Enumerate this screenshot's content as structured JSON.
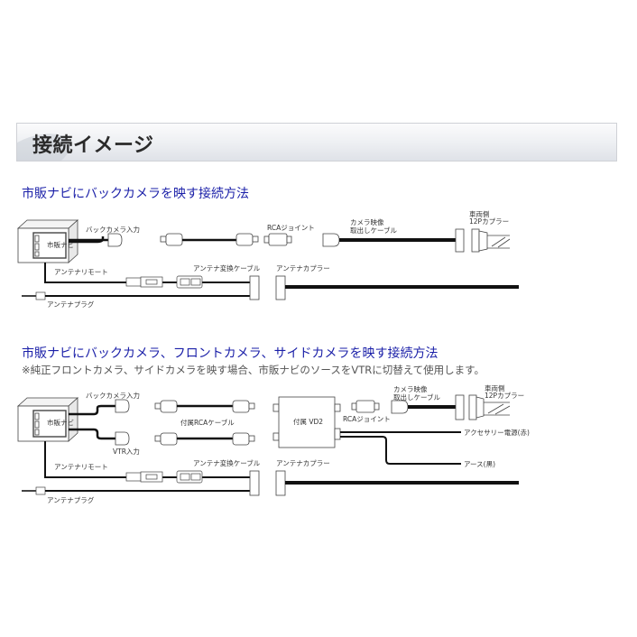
{
  "header": {
    "title": "接続イメージ"
  },
  "section1": {
    "title": "市販ナビにバックカメラを映す接続方法",
    "labels": {
      "navi": "市販ナビ",
      "back_camera_input": "バックカメラ入力",
      "rca_joint": "RCAジョイント",
      "camera_cable_line1": "カメラ映像",
      "camera_cable_line2": "取出しケーブル",
      "vehicle_side_line1": "車両側",
      "vehicle_side_line2": "12Pカプラー",
      "antenna_remote": "アンテナリモート",
      "antenna_conversion_cable": "アンテナ変換ケーブル",
      "antenna_coupler": "アンテナカプラー",
      "antenna_plug": "アンテナプラグ"
    }
  },
  "section2": {
    "title": "市販ナビにバックカメラ、フロントカメラ、サイドカメラを映す接続方法",
    "note": "※純正フロントカメラ、サイドカメラを映す場合、市販ナビのソースをVTRに切替えて使用します。",
    "labels": {
      "navi": "市販ナビ",
      "back_camera_input": "バックカメラ入力",
      "vtr_input": "VTR入力",
      "included_rca_cable": "付属RCAケーブル",
      "included_vd2": "付属 VD2",
      "rca_joint": "RCAジョイント",
      "camera_cable_line1": "カメラ映像",
      "camera_cable_line2": "取出しケーブル",
      "vehicle_side_line1": "車両側",
      "vehicle_side_line2": "12Pカプラー",
      "accessory_power": "アクセサリー電源(赤)",
      "ground": "アース(黒)",
      "antenna_remote": "アンテナリモート",
      "antenna_conversion_cable": "アンテナ変換ケーブル",
      "antenna_coupler": "アンテナカプラー",
      "antenna_plug": "アンテナプラグ"
    }
  }
}
